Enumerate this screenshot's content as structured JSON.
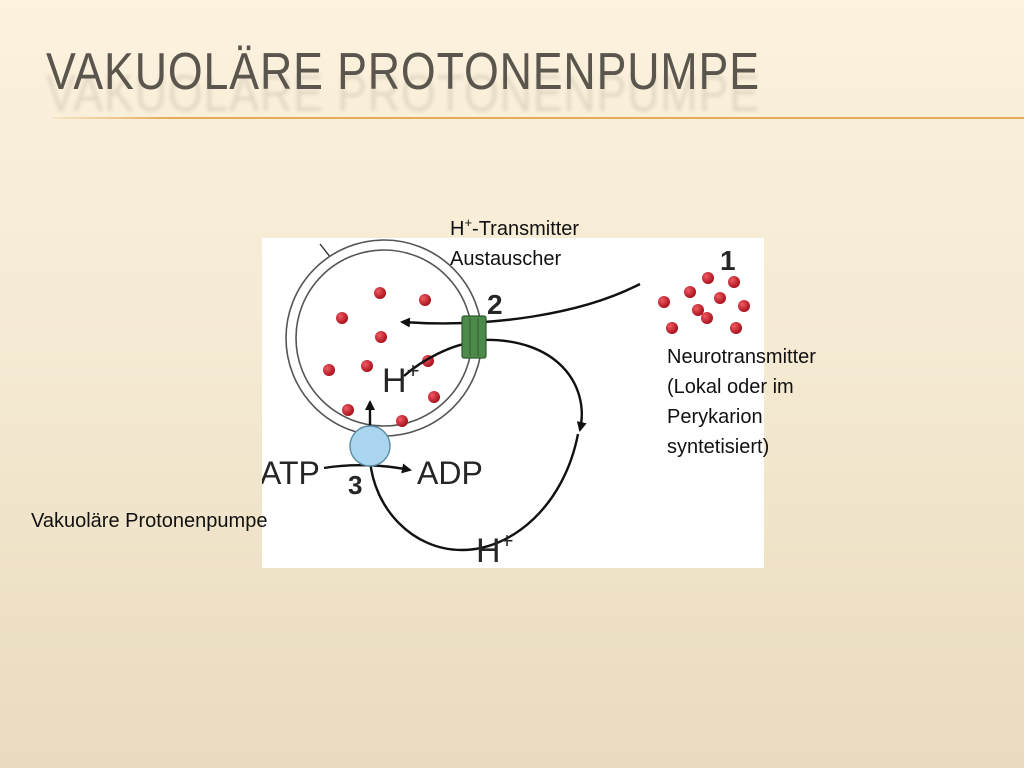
{
  "slide": {
    "title": "Vakuoläre Protonenpumpe"
  },
  "labels": {
    "exchanger_h": "H",
    "exchanger_sup": "+",
    "exchanger_rest": "-Transmitter",
    "exchanger_line2": "Austauscher",
    "neurotransmitter_lines": [
      "Neurotransmitter",
      "(Lokal oder im",
      "Perykarion",
      "syntetisiert)"
    ],
    "pump": "Vakuoläre Protonenpumpe"
  },
  "figure": {
    "num_1": "1",
    "num_2": "2",
    "num_3": "3",
    "h_inside": "H",
    "h_inside_sup": "+",
    "atp": "ATP",
    "adp": "ADP",
    "h_bottom": "H",
    "h_bottom_sup": "+"
  },
  "colors": {
    "dot_red": "#c1121f",
    "pump_blue": "#a9d6ee",
    "exchanger_green": "#4c8a4a",
    "title_gray": "#5a554d",
    "rule_orange": "#e4ac5a"
  }
}
